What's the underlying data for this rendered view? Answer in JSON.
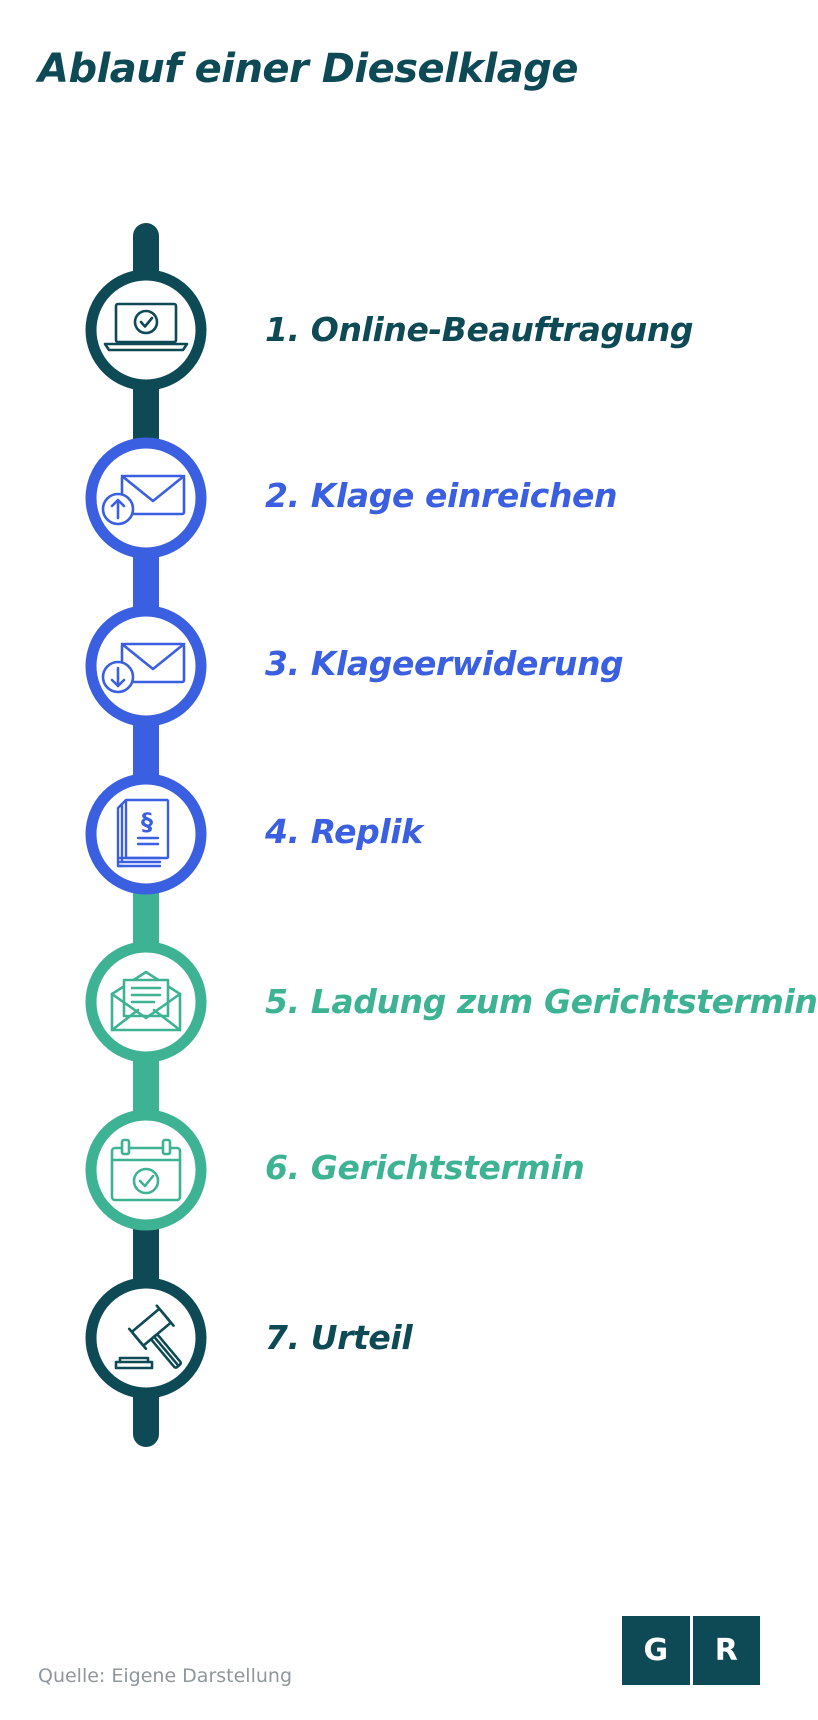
{
  "title": "Ablauf einer Dieselklage",
  "colors": {
    "dark": "#0e4a56",
    "blue": "#3a5fe0",
    "green": "#3eb394"
  },
  "steps": [
    {
      "label": "1. Online-Beauftragung",
      "icon": "laptop-check-icon",
      "color": "#0e4a56"
    },
    {
      "label": "2. Klage einreichen",
      "icon": "envelope-send-icon",
      "color": "#3a5fe0"
    },
    {
      "label": "3. Klageerwiderung",
      "icon": "envelope-receive-icon",
      "color": "#3a5fe0"
    },
    {
      "label": "4. Replik",
      "icon": "law-document-icon",
      "color": "#3a5fe0"
    },
    {
      "label": "5. Ladung zum Gerichtstermin",
      "icon": "open-envelope-letter-icon",
      "color": "#3eb394"
    },
    {
      "label": "6. Gerichtstermin",
      "icon": "calendar-check-icon",
      "color": "#3eb394"
    },
    {
      "label": "7. Urteil",
      "icon": "gavel-icon",
      "color": "#0e4a56"
    }
  ],
  "source": "Quelle: Eigene Darstellung",
  "logo": {
    "left": "G",
    "right": "R"
  }
}
